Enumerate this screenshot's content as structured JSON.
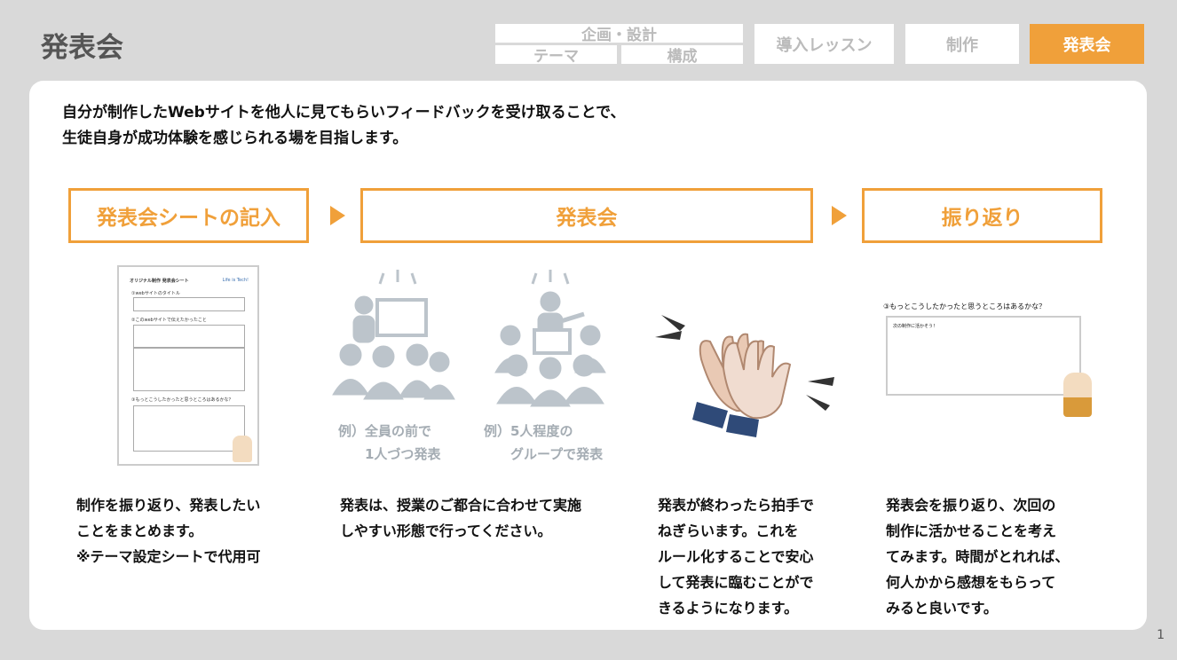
{
  "header": {
    "title": "発表会",
    "nav": {
      "planning": "企画・設計",
      "theme": "テーマ",
      "structure": "構成",
      "lesson": "導入レッスン",
      "production": "制作",
      "presentation": "発表会"
    },
    "accent": "#f0a03a"
  },
  "intro": [
    "自分が制作したWebサイトを他人に見てもらいフィードバックを受け取ることで、",
    "生徒自身が成功体験を感じられる場を目指します。"
  ],
  "steps": [
    "発表会シートの記入",
    "発表会",
    "振り返り"
  ],
  "sheet": {
    "title": "オリジナル制作 発表会シート",
    "logo": "Life is Tech!",
    "q1": "①webサイトのタイトル",
    "q2": "②このwebサイトで伝えたかったこと",
    "q3": "③もっとこうしたかったと思うところはあるかな？",
    "hint": "次の制作に活かそう！"
  },
  "captions": [
    "例）全員の前で\n　　1人づつ発表",
    "例）5人程度の\n　　グループで発表"
  ],
  "descriptions": [
    "制作を振り返り、発表したい\nことをまとめます。\n※テーマ設定シートで代用可",
    "発表は、授業のご都合に合わせて実施\nしやすい形態で行ってください。",
    "発表が終わったら拍手で\nねぎらいます。これを\nルール化することで安心\nして発表に臨むことがで\nきるようになります。",
    "発表会を振り返り、次回の\n制作に活かせることを考え\nてみます。時間がとれれば、\n何人かから感想をもらって\nみると良いです。"
  ],
  "page_number": "1"
}
